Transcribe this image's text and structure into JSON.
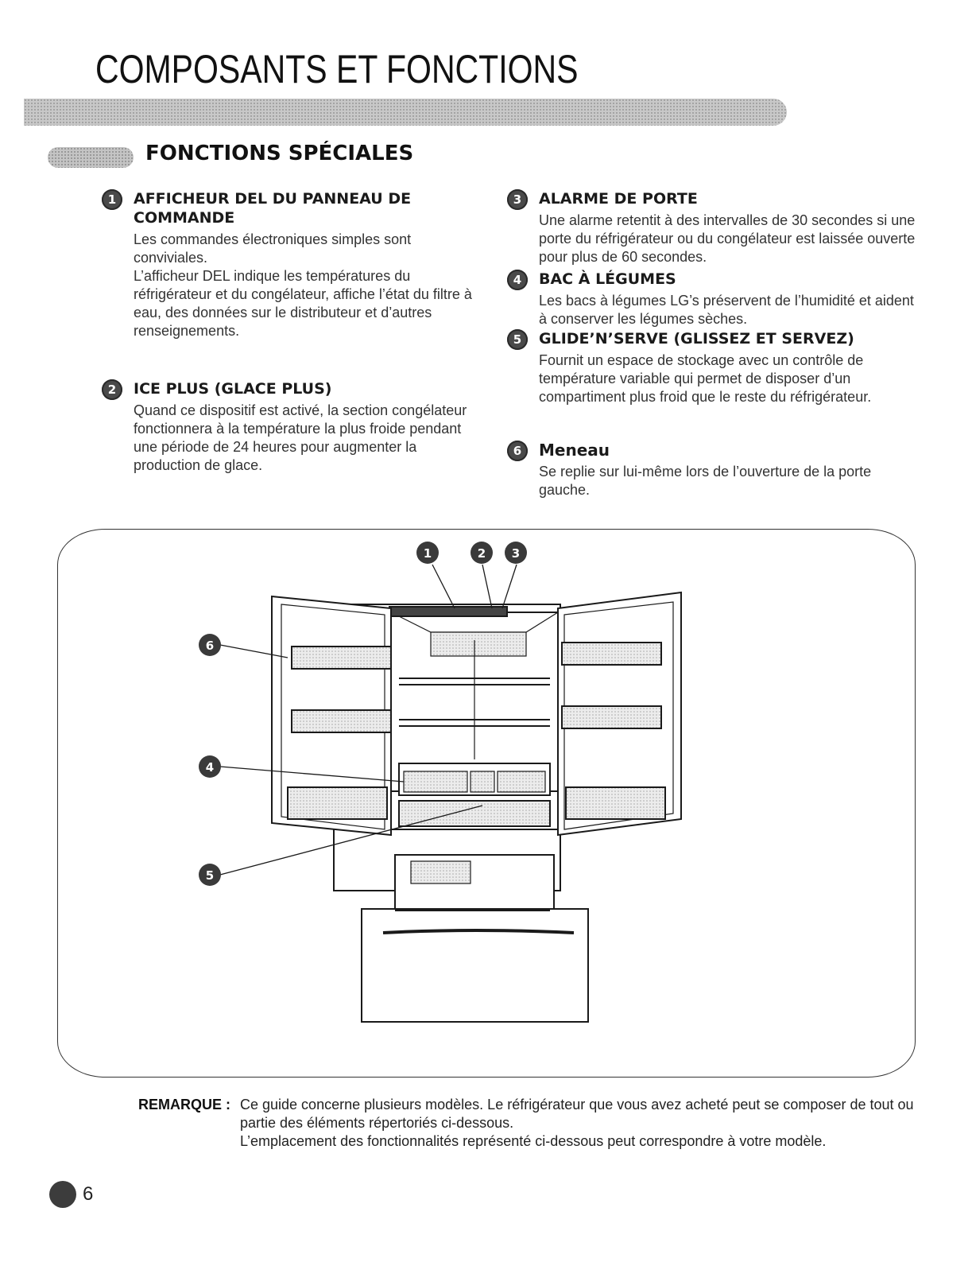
{
  "header": {
    "title": "COMPOSANTS ET FONCTIONS"
  },
  "section": {
    "title": "FONCTIONS SPÉCIALES"
  },
  "features": [
    {
      "number": "1",
      "title": "AFFICHEUR DEL DU PANNEAU DE COMMANDE",
      "body": "Les commandes électroniques simples sont conviviales.\nL’afficheur DEL indique les températures du réfrigérateur et du congélateur, affiche l’état du filtre à eau, des données sur le distributeur et d’autres renseignements."
    },
    {
      "number": "2",
      "title": "ICE PLUS (GLACE PLUS)",
      "body": "Quand ce dispositif est activé, la section congélateur fonctionnera à la température la plus froide pendant une période de 24 heures pour augmenter la production de glace."
    },
    {
      "number": "3",
      "title": "ALARME DE PORTE",
      "body": "Une alarme retentit à des intervalles de 30 secondes si une porte du réfrigérateur ou du congélateur est laissée ouverte pour plus de 60 secondes."
    },
    {
      "number": "4",
      "title": "BAC À LÉGUMES",
      "body": "Les bacs à légumes LG’s préservent de l’humidité et aident à conserver les légumes sèches."
    },
    {
      "number": "5",
      "title": "GLIDE’N’SERVE (GLISSEZ ET SERVEZ)",
      "body": "Fournit un espace de stockage avec un contrôle de température variable qui permet de disposer d’un compartiment plus froid que le reste du réfrigérateur."
    },
    {
      "number": "6",
      "title": "Meneau",
      "body": "Se replie sur lui-même lors de l’ouverture de la porte gauche."
    }
  ],
  "diagram": {
    "callouts": [
      "1",
      "2",
      "3",
      "4",
      "5",
      "6"
    ]
  },
  "note": {
    "label": "REMARQUE :",
    "text": "Ce guide concerne plusieurs modèles. Le réfrigérateur que vous avez acheté peut se composer de tout ou partie des éléments répertoriés ci-dessous.\nL’emplacement des fonctionnalités représenté ci-dessous peut correspondre à votre modèle."
  },
  "footer": {
    "logo": "lg-logo",
    "page_number": "6"
  }
}
